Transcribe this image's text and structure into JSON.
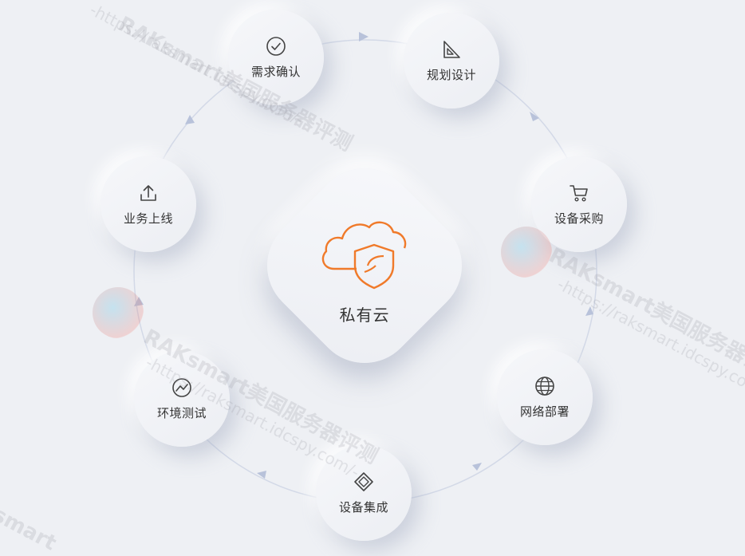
{
  "center": {
    "title": "私有云",
    "icon": "cloud-shield-icon",
    "accent": "#f07a2a"
  },
  "steps": [
    {
      "id": "requirements",
      "label": "需求确认",
      "icon": "check-circle-icon"
    },
    {
      "id": "planning",
      "label": "规划设计",
      "icon": "set-square-icon"
    },
    {
      "id": "procurement",
      "label": "设备采购",
      "icon": "cart-icon"
    },
    {
      "id": "deployment",
      "label": "网络部署",
      "icon": "globe-icon"
    },
    {
      "id": "integration",
      "label": "设备集成",
      "icon": "diamond-layers-icon"
    },
    {
      "id": "testing",
      "label": "环境测试",
      "icon": "trend-circle-icon"
    },
    {
      "id": "launch",
      "label": "业务上线",
      "icon": "upload-icon"
    }
  ],
  "watermark": {
    "brand_1": "RAKsmart美国服务器评测",
    "url_1": "-https://raksmart.idcspy.com/-",
    "brand_2": "RAKsmart美国服务器评测",
    "url_2": "-https://raksmart.idcspy.com/-",
    "brand_3": "RAKsmart美国服务器评测",
    "url_3": "-https://raksmart.idcspy.com/-",
    "brand_4": "smart"
  },
  "colors": {
    "ring": "#cdd4e4",
    "arrow": "#b6c0d8",
    "icon": "#444444"
  }
}
